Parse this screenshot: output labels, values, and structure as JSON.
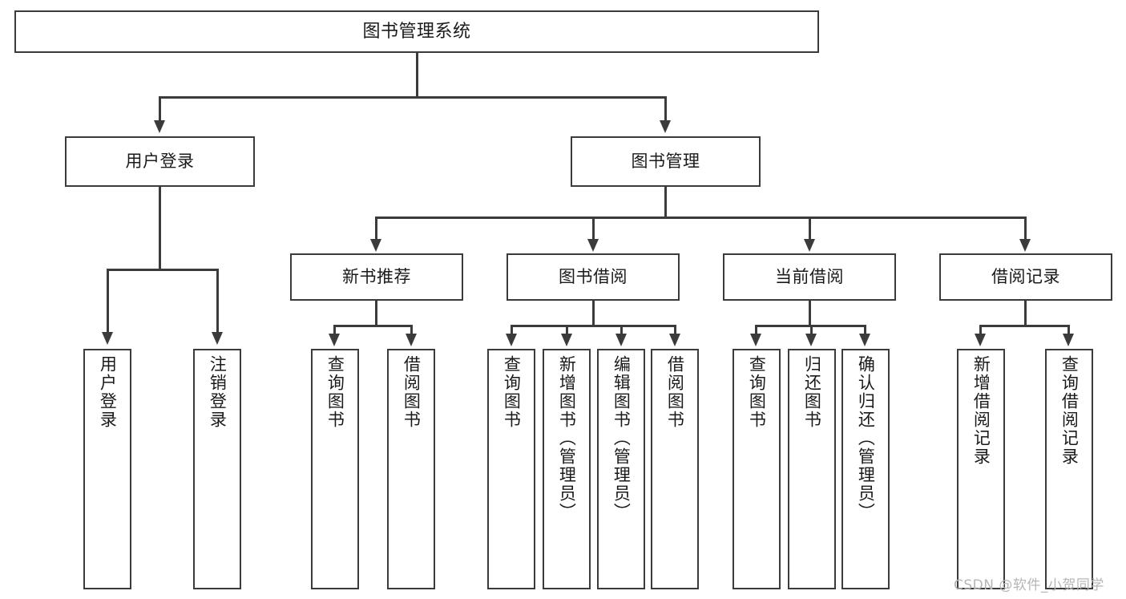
{
  "diagram": {
    "title": "图书管理系统",
    "type": "tree",
    "watermark": "CSDN @软件_小贺同学",
    "colors": {
      "stroke": "#3b3b3b",
      "fill": "#ffffff",
      "text": "#1a1a1a",
      "watermark": "#b6b6b6"
    },
    "root": {
      "label": "图书管理系统"
    },
    "level2": [
      {
        "label": "用户登录"
      },
      {
        "label": "图书管理"
      }
    ],
    "level3": [
      {
        "label": "新书推荐"
      },
      {
        "label": "图书借阅"
      },
      {
        "label": "当前借阅"
      },
      {
        "label": "借阅记录"
      }
    ],
    "leaves": {
      "user_login": [
        {
          "label": "用户登录"
        },
        {
          "label": "注销登录"
        }
      ],
      "new_book": [
        {
          "label": "查询图书"
        },
        {
          "label": "借阅图书"
        }
      ],
      "book_borrow": [
        {
          "label": "查询图书"
        },
        {
          "label": "新增图书（管理员）"
        },
        {
          "label": "编辑图书（管理员）"
        },
        {
          "label": "借阅图书"
        }
      ],
      "current_borrow": [
        {
          "label": "查询图书"
        },
        {
          "label": "归还图书"
        },
        {
          "label": "确认归还（管理员）"
        }
      ],
      "borrow_record": [
        {
          "label": "新增借阅记录"
        },
        {
          "label": "查询借阅记录"
        }
      ]
    }
  }
}
